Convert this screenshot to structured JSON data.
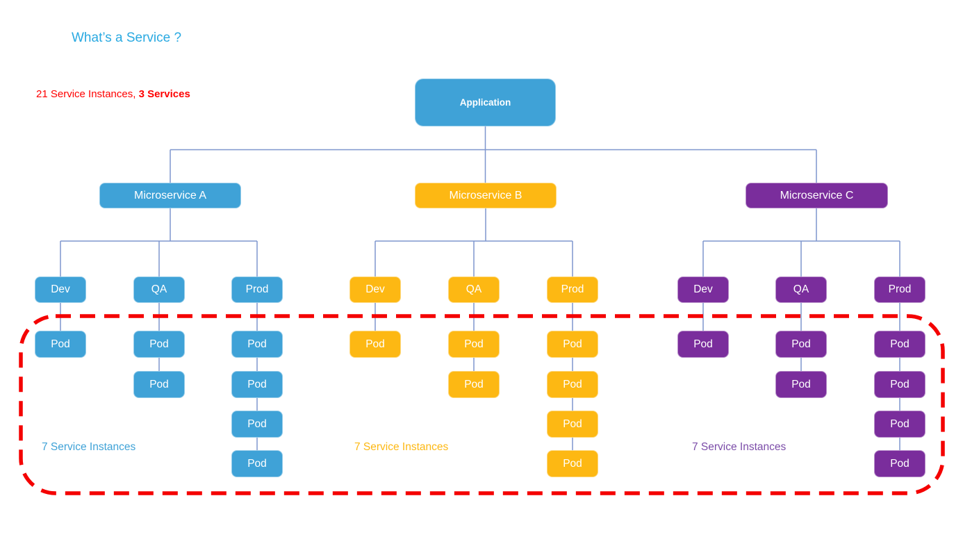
{
  "page": {
    "title": "What’s a Service ?"
  },
  "summary": {
    "count_text": "21 Service Instances, ",
    "services_bold": "3 Services"
  },
  "root": {
    "label": "Application"
  },
  "pod_label": "Pod",
  "services": [
    {
      "name": "Microservice A",
      "color": "#3FA2D7",
      "note": "7 Service Instances",
      "envs": [
        {
          "label": "Dev",
          "pods": 1
        },
        {
          "label": "QA",
          "pods": 2
        },
        {
          "label": "Prod",
          "pods": 4
        }
      ]
    },
    {
      "name": "Microservice B",
      "color": "#FDB813",
      "note": "7 Service Instances",
      "envs": [
        {
          "label": "Dev",
          "pods": 1
        },
        {
          "label": "QA",
          "pods": 2
        },
        {
          "label": "Prod",
          "pods": 4
        }
      ]
    },
    {
      "name": "Microservice C",
      "color": "#7A2D9C",
      "note": "7 Service Instances",
      "envs": [
        {
          "label": "Dev",
          "pods": 1
        },
        {
          "label": "QA",
          "pods": 2
        },
        {
          "label": "Prod",
          "pods": 4
        }
      ]
    }
  ],
  "colors": {
    "application": "#3FA2D7",
    "connector_line": "#7E96CE",
    "highlight_dashed_box": "#F40000",
    "summary_text": "#FF0000",
    "title_text": "#29A9E1"
  },
  "totals": {
    "service_instances": 21,
    "services": 3,
    "instances_per_service": 7
  }
}
